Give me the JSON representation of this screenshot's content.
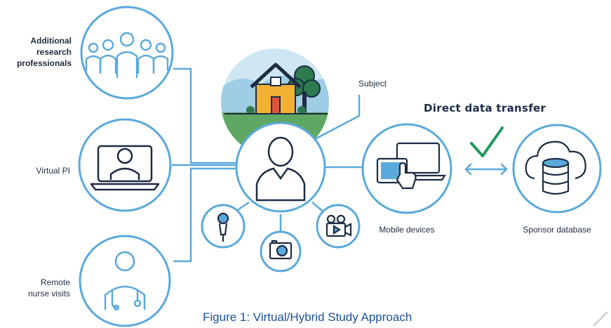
{
  "labels": {
    "additional": [
      "Additional",
      "research",
      "professionals"
    ],
    "virtual_pi": "Virtual PI",
    "remote": [
      "Remote",
      "nurse visits"
    ],
    "subject": "Subject",
    "direct_transfer": "Direct data transfer",
    "mobile": "Mobile devices",
    "sponsor": "Sponsor database"
  },
  "caption": "Figure 1: Virtual/Hybrid Study Approach",
  "colors": {
    "line": "#5aa9db",
    "dark": "#1d2b43",
    "accent": "#2b7fc7",
    "check": "#1f9a5a",
    "house_body": "#f2b134",
    "house_roof": "#1d2b43",
    "door": "#e0533a",
    "tree": "#2d7a4f",
    "grass": "#5fa864",
    "sky": "#cfe7f3",
    "caption": "#1b4f9c"
  }
}
